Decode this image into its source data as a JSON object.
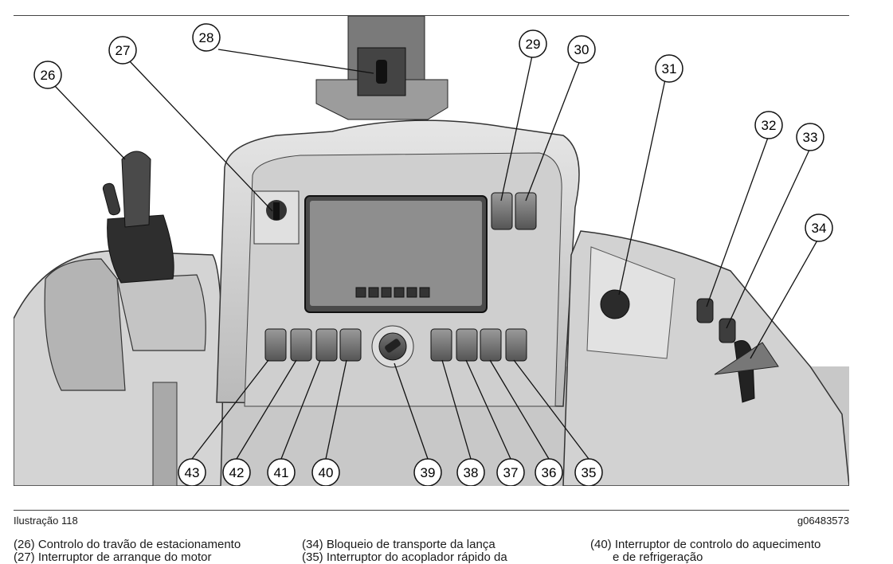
{
  "callouts": [
    "26",
    "27",
    "28",
    "29",
    "30",
    "31",
    "32",
    "33",
    "34",
    "35",
    "36",
    "37",
    "38",
    "39",
    "40",
    "41",
    "42",
    "43"
  ],
  "caption": {
    "label": "Ilustração 118",
    "code": "g06483573"
  },
  "legend": {
    "col1": [
      "(26) Controlo do travão de estacionamento",
      "(27) Interruptor de arranque do motor"
    ],
    "col2": [
      "(34) Bloqueio de transporte da lança",
      "(35) Interruptor do acoplador rápido da"
    ],
    "col3": [
      "(40) Interruptor de controlo do aquecimento",
      "e de refrigeração"
    ]
  }
}
